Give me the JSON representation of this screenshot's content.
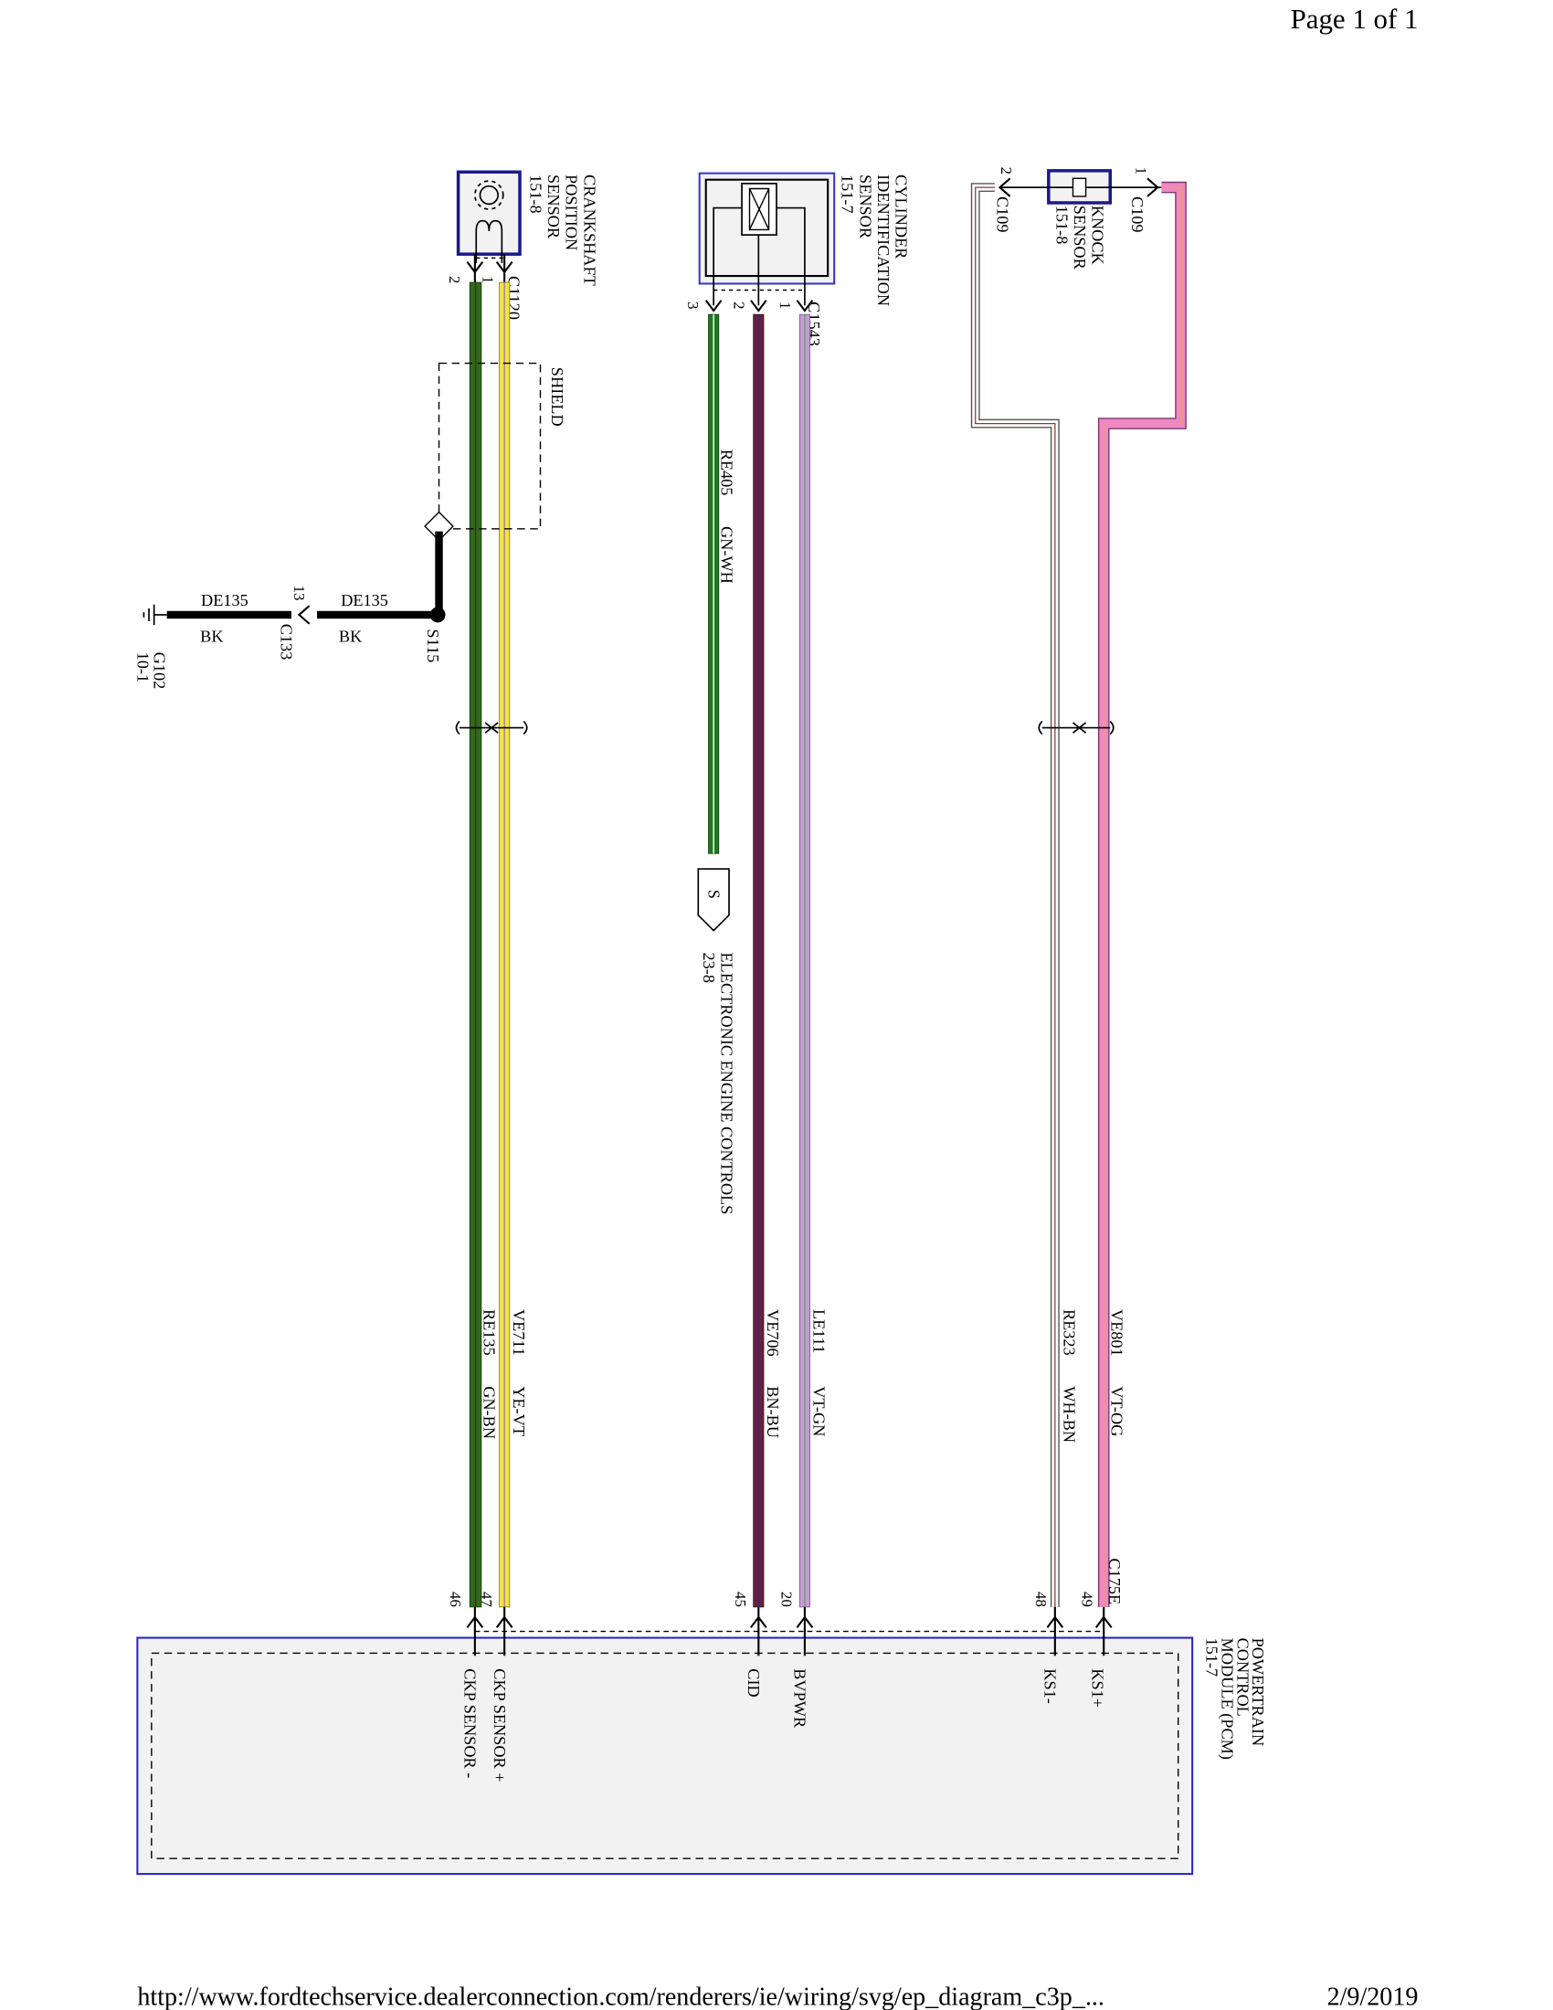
{
  "header": {
    "page": "Page 1 of 1"
  },
  "footer": {
    "url": "http://www.fordtechservice.dealerconnection.com/renderers/ie/wiring/svg/ep_diagram_c3p_...",
    "date": "2/9/2019"
  },
  "components": {
    "ckp": {
      "lines": [
        "CRANKSHAFT",
        "POSITION",
        "SENSOR",
        "151-8"
      ],
      "connector": "C1120",
      "pin1": "1",
      "pin2": "2"
    },
    "cid": {
      "lines": [
        "CYLINDER",
        "IDENTIFICATION",
        "SENSOR",
        "151-7"
      ],
      "connector": "C1543",
      "pin1": "1",
      "pin2": "2",
      "pin3": "3"
    },
    "knock": {
      "lines": [
        "KNOCK",
        "SENSOR",
        "151-8"
      ],
      "connector_a": "C109",
      "connector_b": "C109",
      "pin1": "1",
      "pin2": "2"
    },
    "pcm": {
      "lines": [
        "POWERTRAIN",
        "CONTROL",
        "MODULE (PCM)",
        "151-7"
      ],
      "connector": "C175E",
      "pins": [
        {
          "num": "46",
          "label": "CKP SENSOR -"
        },
        {
          "num": "47",
          "label": "CKP SENSOR +"
        },
        {
          "num": "45",
          "label": "CID"
        },
        {
          "num": "20",
          "label": "BVPWR"
        },
        {
          "num": "48",
          "label": "KS1-"
        },
        {
          "num": "49",
          "label": "KS1+"
        }
      ]
    },
    "shield": {
      "label": "SHIELD"
    },
    "splice": {
      "label": "S115"
    },
    "c133": {
      "label": "C133",
      "pin": "13"
    },
    "ground": {
      "label": "G102",
      "ref": "10-1"
    },
    "eec": {
      "symbol": "S",
      "label": "ELECTRONIC ENGINE CONTROLS",
      "ref": "23-8"
    }
  },
  "wires": {
    "de135_a": {
      "circuit": "DE135",
      "color": "BK"
    },
    "de135_b": {
      "circuit": "DE135",
      "color": "BK"
    },
    "ve711": {
      "circuit": "VE711",
      "color": "YE-VT",
      "base": "#f5e43a",
      "stripe": "#9b6fb3"
    },
    "re135": {
      "circuit": "RE135",
      "color": "GN-BN",
      "base": "#2e6b1c",
      "stripe": "#5a3a1a"
    },
    "re405": {
      "circuit": "RE405",
      "color": "GN-WH",
      "base": "#1f7a1f",
      "stripe": "#ffffff"
    },
    "ve706": {
      "circuit": "VE706",
      "color": "BN-BU",
      "base": "#6b1f3a",
      "stripe": "#2a2a8a"
    },
    "le111": {
      "circuit": "LE111",
      "color": "VT-GN",
      "base": "#c79ad6",
      "stripe": "#5aa05a"
    },
    "re323": {
      "circuit": "RE323",
      "color": "WH-BN",
      "base": "#ffffff",
      "stripe": "#8a3a3a"
    },
    "ve801": {
      "circuit": "VE801",
      "color": "VT-OG",
      "base": "#ee88c4",
      "stripe": "#f2a060"
    }
  }
}
